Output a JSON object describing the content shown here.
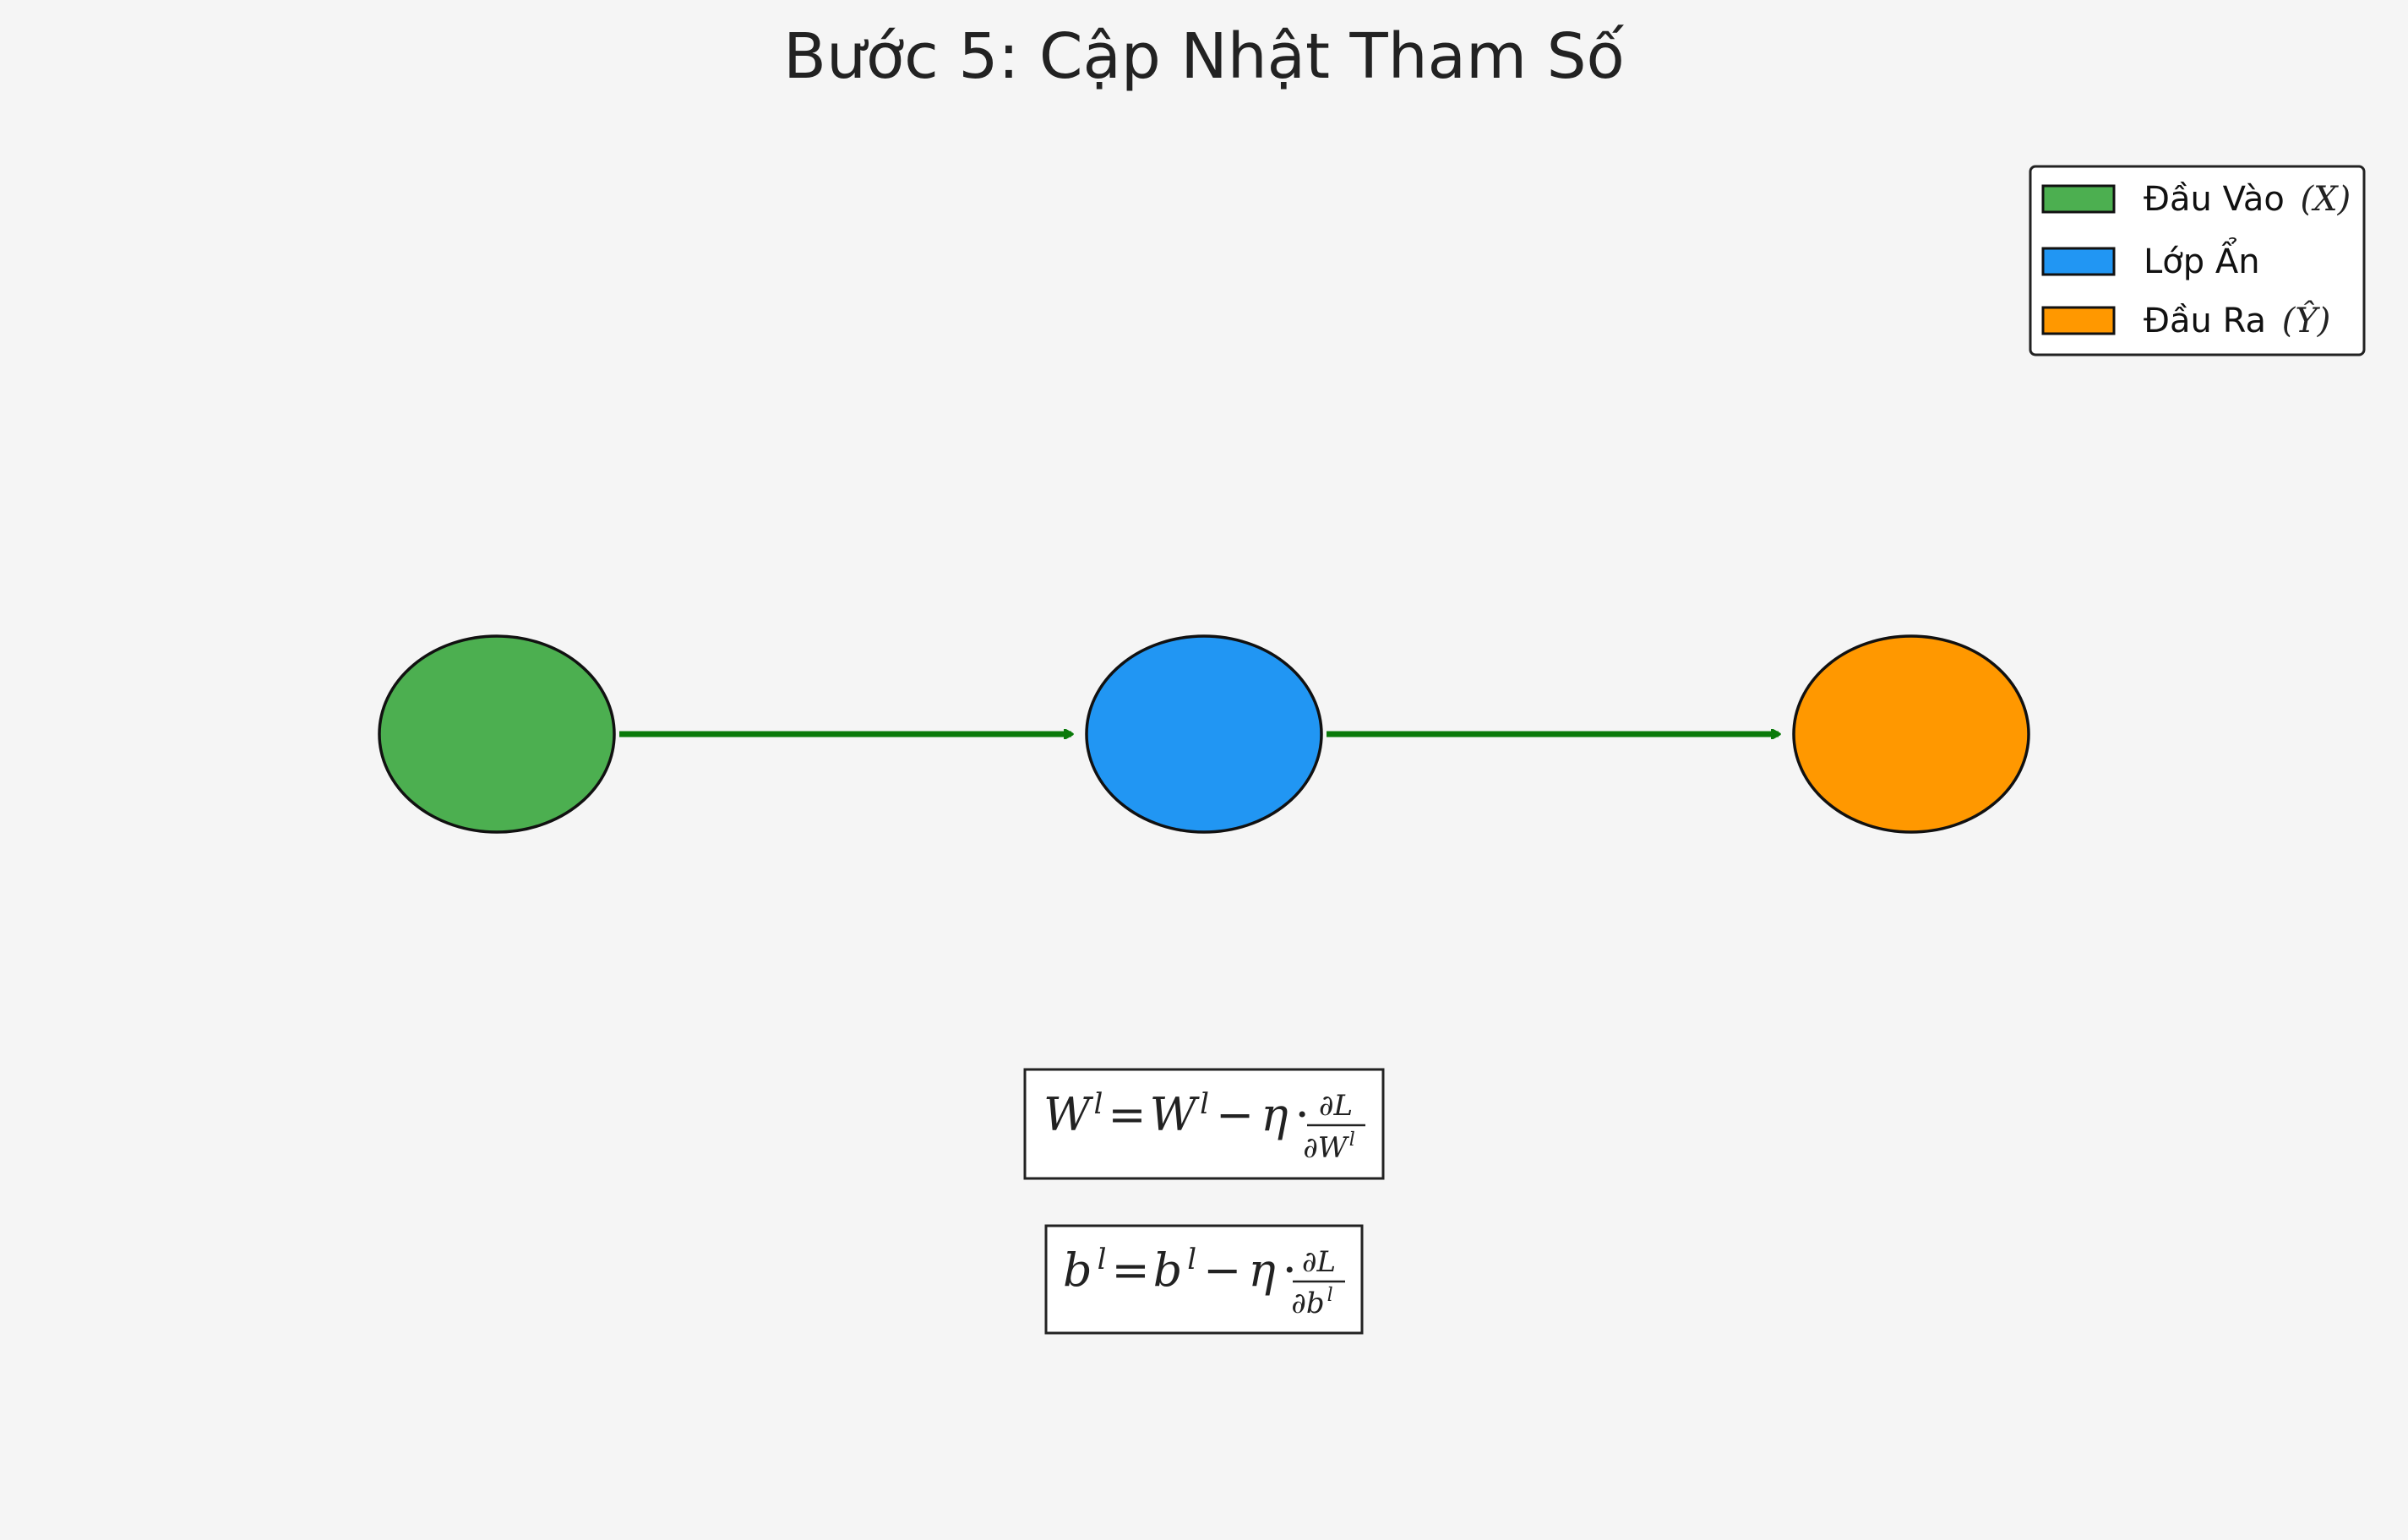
{
  "title": "Bước 5: Cập Nhật Tham Số",
  "legend": {
    "items": [
      {
        "label": "Đầu Vào",
        "symbol": "X",
        "color": "#4caf50"
      },
      {
        "label": "Lớp Ẩn",
        "symbol": "",
        "color": "#2196f3"
      },
      {
        "label": "Đầu Ra",
        "symbol": "Ŷ",
        "color": "#ff9800"
      }
    ]
  },
  "nodes": [
    {
      "name": "input",
      "color": "#4caf50"
    },
    {
      "name": "hidden",
      "color": "#2196f3"
    },
    {
      "name": "output",
      "color": "#ff9800"
    }
  ],
  "arrow_color": "#0a7a0a",
  "formulas": {
    "weight": {
      "lhs": "W",
      "sup": "l",
      "eq": "=",
      "rhs": "W",
      "rhs_sup": "l",
      "minus": "−",
      "eta": "η",
      "dot": "·",
      "num": "∂L",
      "den": "∂W",
      "den_sup": "l"
    },
    "bias": {
      "lhs": "b",
      "sup": "l",
      "eq": "=",
      "rhs": "b",
      "rhs_sup": "l",
      "minus": "−",
      "eta": "η",
      "dot": "·",
      "num": "∂L",
      "den": "∂b",
      "den_sup": "l"
    }
  }
}
